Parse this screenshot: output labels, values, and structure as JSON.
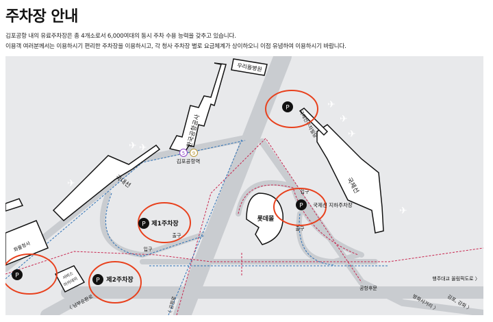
{
  "page_title": "주차장 안내",
  "description": [
    "김포공항 내의 유료주차장은 총 4개소로서 6,000여대의 동시 주차 수용 능력을 갖추고 있습니다.",
    "이용객 여러분께서는 이용하시기 편리한 주차장을 이용하시고, 각 청사 주차장 별로 요금체계가 상이하오니 이점 유념하여 이용하시기 바랍니다."
  ],
  "map": {
    "colors": {
      "background": "#e8e9eb",
      "road": "#c9ccd0",
      "highlight": "#e8401c",
      "entry_route": "#c8254e",
      "exit_route": "#2a6fb5"
    },
    "buildings": {
      "hospital": "우리들병원",
      "kac": "한국공항공사",
      "domestic": "국내선",
      "international": "국제선",
      "intl_parking_building": "국제선주차빌딩",
      "lotte_mall": "롯데몰",
      "cargo": "화물청사",
      "academy_line1": "서비스",
      "academy_line2": "아카데미"
    },
    "subway": {
      "station": "김포공항역",
      "lines": [
        "5",
        "9"
      ],
      "line_colors": [
        "#8e44c8",
        "#b89a3a"
      ]
    },
    "parking": {
      "icon": "P",
      "lot1": "제1주차장",
      "lot2": "제2주차장",
      "intl_underground": "국제선 지하주차장"
    },
    "labels": {
      "entrance": "입구",
      "exit": "출구",
      "back_gate": "공항후문"
    },
    "directions": {
      "olympic": "행주대교 올림픽도로 〉",
      "banghwa": "방화사거리 〉",
      "gimpo": "김포, 강화 〉",
      "nambu": "〈 남부순환로",
      "airport_road": "〈 공항로"
    }
  }
}
